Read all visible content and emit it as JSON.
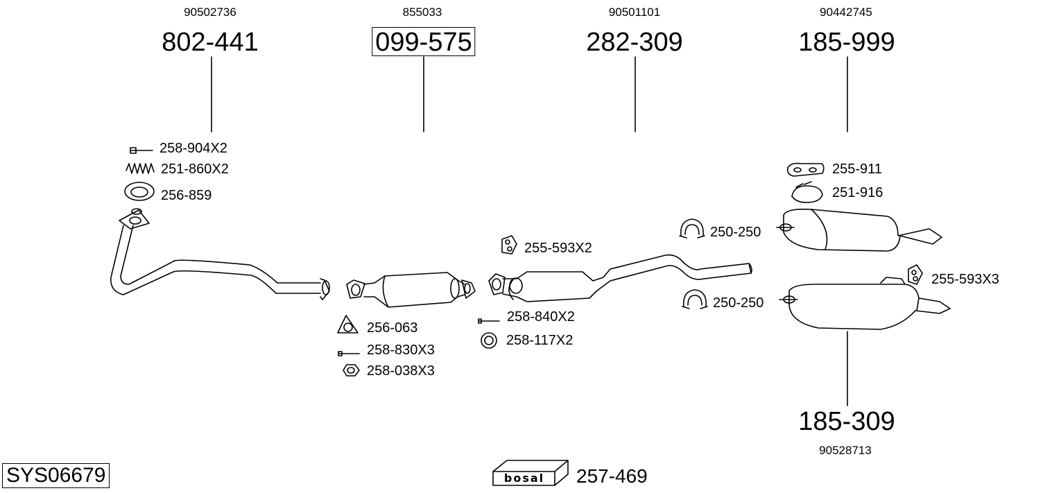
{
  "top_parts": [
    {
      "oem": "90502736",
      "part": "802-441",
      "boxed": false
    },
    {
      "oem": "855033",
      "part": "099-575",
      "boxed": true
    },
    {
      "oem": "90501101",
      "part": "282-309",
      "boxed": false
    },
    {
      "oem": "90442745",
      "part": "185-999",
      "boxed": false
    }
  ],
  "bottom_part": {
    "part": "185-309",
    "oem": "90528713"
  },
  "hardware_labels": {
    "bolt_1": "258-904X2",
    "spring": "251-860X2",
    "ring_gasket": "256-859",
    "flange_gasket": "256-063",
    "bolt_2": "258-830X3",
    "nut": "258-038X3",
    "rubber_mount_1": "255-593X2",
    "bolt_3": "258-840X2",
    "o_ring": "258-117X2",
    "clamp_1": "250-250",
    "clamp_2": "250-250",
    "bracket": "255-911",
    "clamp_3": "251-916",
    "rubber_mount_2": "255-593X3"
  },
  "footer": {
    "system_code": "SYS06679",
    "brand_logo": "bosal",
    "kit_number": "257-469"
  }
}
